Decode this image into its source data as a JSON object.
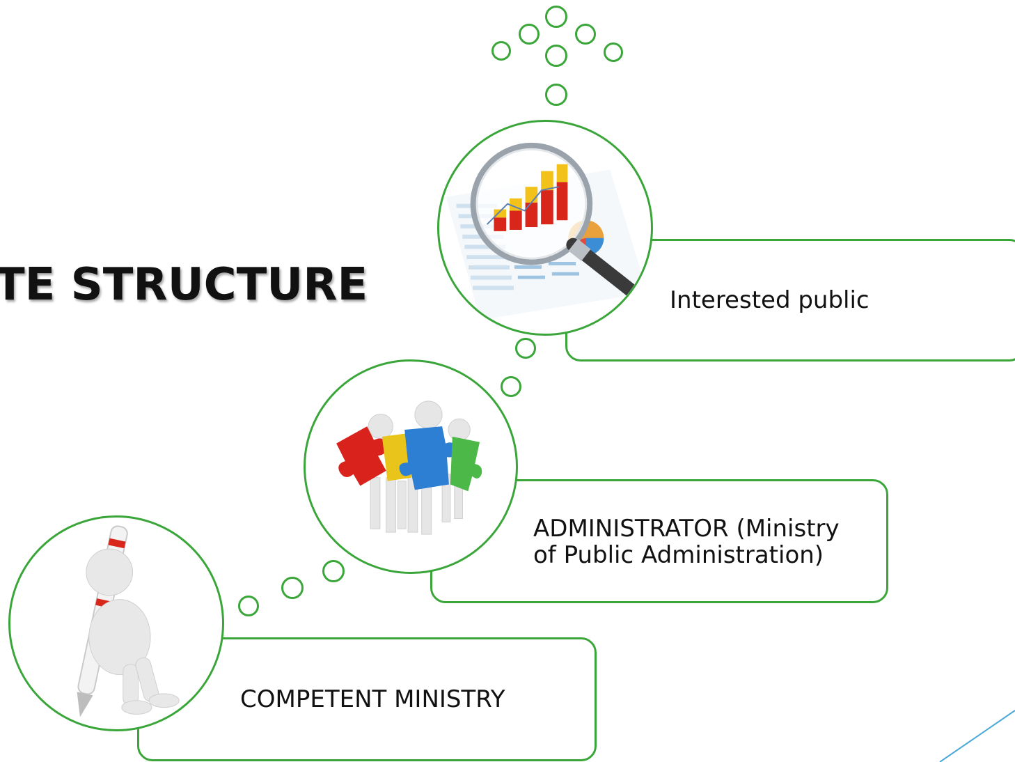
{
  "slide": {
    "title": "TE STRUCTURE"
  },
  "levels": [
    {
      "label": "Interested public",
      "icon": "magnifier-chart-icon"
    },
    {
      "label_line1": "ADMINISTRATOR (Ministry",
      "label_line2": "of Public Administration)",
      "icon": "puzzle-team-icon"
    },
    {
      "label": "COMPETENT MINISTRY",
      "icon": "person-with-pen-icon"
    }
  ],
  "colors": {
    "accent_green": "#3aa63a",
    "deco_line": "#4aa8d8"
  }
}
